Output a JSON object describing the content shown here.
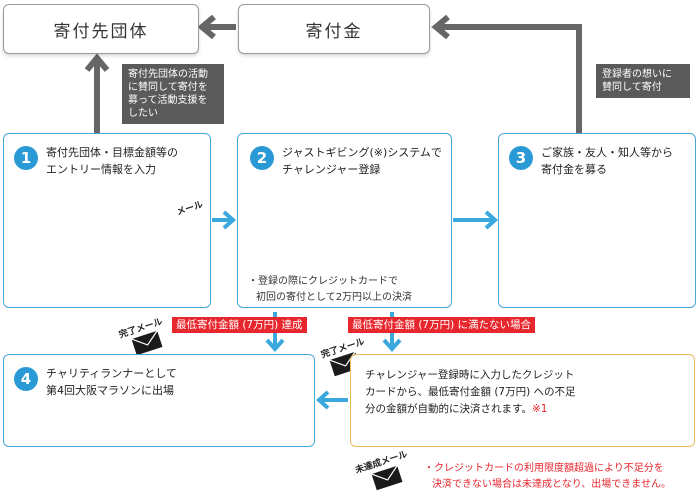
{
  "nodes": {
    "organization": "寄付先団体",
    "donation": "寄付金",
    "step1": {
      "number": "1",
      "line1": "寄付先団体・目標金額等の",
      "line2": "エントリー情報を入力"
    },
    "step2": {
      "number": "2",
      "line1": "ジャストギビング(※)システムで",
      "line2": "チャレンジャー登録"
    },
    "step3": {
      "number": "3",
      "line1": "ご家族・友人・知人等から",
      "line2": "寄付金を募る"
    },
    "step4": {
      "number": "4",
      "line1": "チャリティランナーとして",
      "line2": "第4回大阪マラソンに出場"
    },
    "settle": {
      "line1": "チャレンジャー登録時に入力したクレジット",
      "line2": "カードから、最低寄付金額 (7万円) への不足",
      "line3": "分の金額が自動的に決済されます。",
      "mark": "※1"
    }
  },
  "notes": {
    "org_support": {
      "line1": "寄付先団体の活動",
      "line2": "に賛同して寄付を",
      "line3": "募って活動支援を",
      "line4": "したい"
    },
    "registrant": {
      "line1": "登録者の想いに",
      "line2": "賛同して寄付"
    },
    "credit": {
      "line1": "・登録の際にクレジットカードで",
      "line2": "初回の寄付として2万円以上の決済"
    },
    "achieved": "最低寄付金額 (7万円) 達成",
    "not_achieved": "最低寄付金額 (7万円) に満たない場合",
    "warning": {
      "line1": "・クレジットカードの利用限度額超過により不足分を",
      "line2": "決済できない場合は未達成となり、出場できません。"
    }
  },
  "mail_tags": {
    "mail": "メール",
    "completion": "完了メール",
    "completion2": "完了メール",
    "unachieved": "未達成メール"
  },
  "colors": {
    "blue": "#2a9ad6",
    "arrow_blue": "#3aa8dc",
    "gray": "#666666",
    "red": "#e8262d",
    "orange": "#f0b860",
    "person_blue": "#8fb0d8",
    "person_orange": "#f4c56c"
  }
}
